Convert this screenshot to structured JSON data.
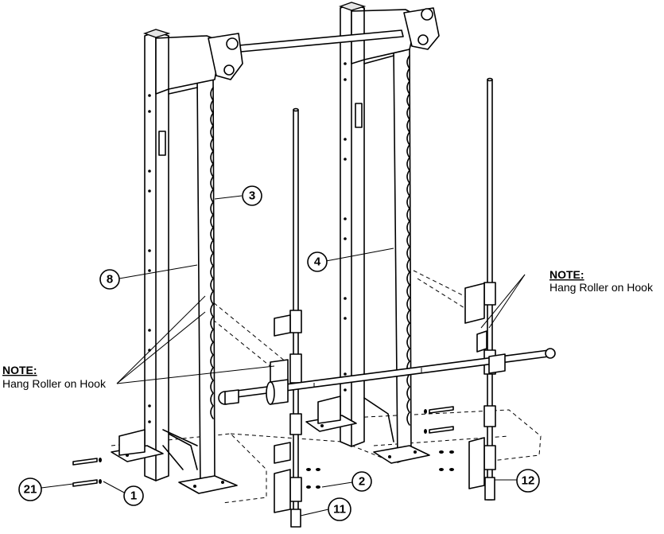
{
  "callouts": {
    "part_3": "3",
    "part_8": "8",
    "part_4": "4",
    "part_21": "21",
    "part_1": "1",
    "part_2": "2",
    "part_11": "11",
    "part_12": "12"
  },
  "notes": {
    "left": {
      "title": "NOTE:",
      "body": "Hang Roller on Hook"
    },
    "right": {
      "title": "NOTE:",
      "body": "Hang Roller on Hook"
    }
  }
}
